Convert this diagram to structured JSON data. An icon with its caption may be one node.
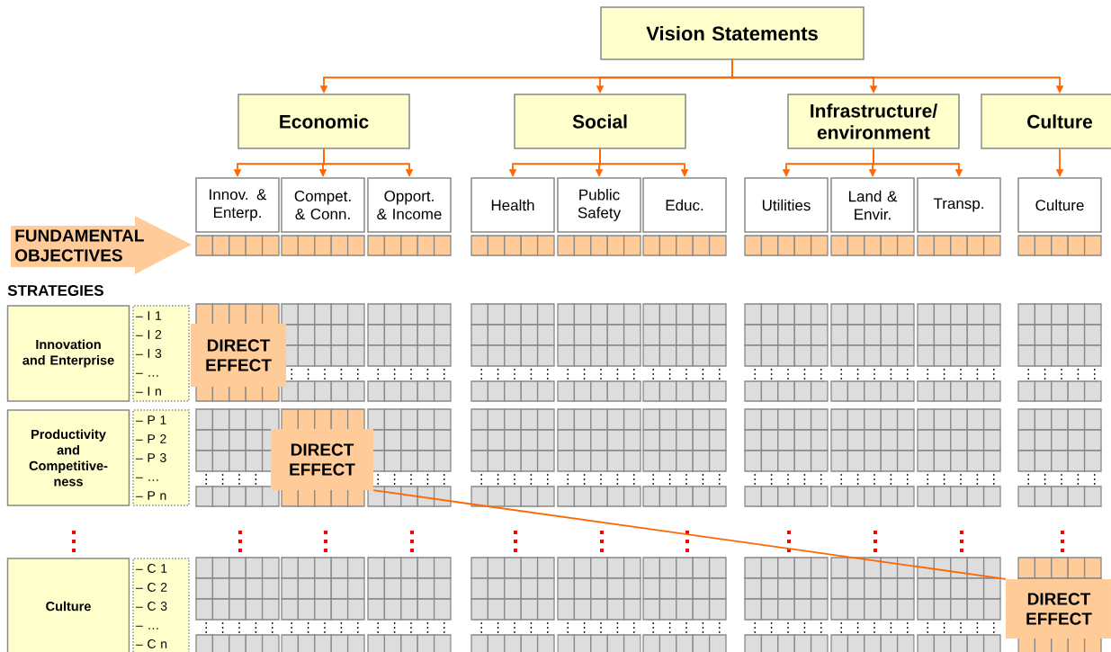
{
  "diagram": {
    "nodes": [
      {
        "text": [
          "Vision Statements"
        ]
      },
      {
        "text": [
          "Economic"
        ]
      },
      {
        "text": [
          "Social"
        ]
      },
      {
        "text": [
          "Infrastructure/ environment"
        ]
      },
      {
        "text": [
          "Culture"
        ]
      },
      {
        "text": [
          "Innov. & Enterp."
        ]
      },
      {
        "text": [
          "Compet. & Conn."
        ]
      },
      {
        "text": [
          "Opport. & Income"
        ]
      },
      {
        "text": [
          "Health"
        ]
      },
      {
        "text": [
          "Public Safety"
        ]
      },
      {
        "text": [
          "Educ."
        ]
      },
      {
        "text": [
          "Utilities"
        ]
      },
      {
        "text": [
          "Land & Envir."
        ]
      },
      {
        "text": [
          "Transp."
        ]
      },
      {
        "text": [
          "Culture"
        ]
      },
      {
        "text": [
          "FUNDAMENTAL OBJECTIVES"
        ]
      },
      {
        "text": [
          "Innovation and Enterprise"
        ]
      },
      {
        "text": [
          "– I 1",
          "– I 2",
          "– I 3",
          "– …",
          "– I n"
        ]
      },
      {
        "text": [
          "Productivity and Competitive-ness"
        ]
      },
      {
        "text": [
          "– P 1",
          "– P 2",
          "– P 3",
          "– …",
          "– P n"
        ]
      },
      {
        "text": [
          "Culture"
        ]
      },
      {
        "text": [
          "– C 1",
          "– C 2",
          "– C 3",
          "– …",
          "– C n"
        ]
      },
      {
        "text": [
          "DIRECT EFFECT"
        ]
      },
      {
        "text": [
          "DIRECT EFFECT"
        ]
      },
      {
        "text": [
          "DIRECT EFFECT"
        ]
      }
    ],
    "edges": [
      {
        "from": 0,
        "to": 1,
        "arrow": "to"
      },
      {
        "from": 0,
        "to": 2,
        "arrow": "to"
      },
      {
        "from": 0,
        "to": 3,
        "arrow": "to"
      },
      {
        "from": 0,
        "to": 4,
        "arrow": "to"
      },
      {
        "from": 1,
        "to": 5,
        "arrow": "to"
      },
      {
        "from": 1,
        "to": 6,
        "arrow": "to"
      },
      {
        "from": 1,
        "to": 7,
        "arrow": "to"
      },
      {
        "from": 2,
        "to": 8,
        "arrow": "to"
      },
      {
        "from": 2,
        "to": 9,
        "arrow": "to"
      },
      {
        "from": 2,
        "to": 10,
        "arrow": "to"
      },
      {
        "from": 3,
        "to": 11,
        "arrow": "to"
      },
      {
        "from": 3,
        "to": 12,
        "arrow": "to"
      },
      {
        "from": 3,
        "to": 13,
        "arrow": "to"
      },
      {
        "from": 4,
        "to": 14,
        "arrow": "to"
      },
      {
        "from": 23,
        "to": 24,
        "arrow": "none"
      }
    ],
    "labels": [
      "STRATEGIES"
    ]
  }
}
